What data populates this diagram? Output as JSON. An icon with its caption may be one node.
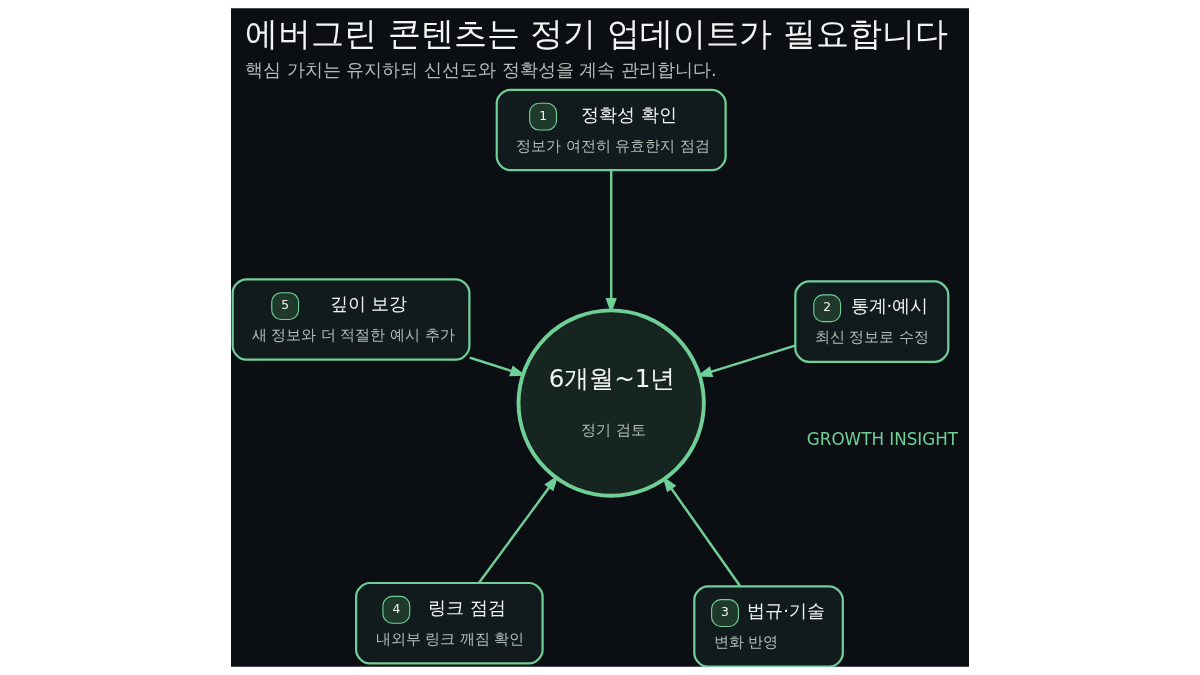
{
  "diagram": {
    "title": "에버그린 콘텐츠는 정기 업데이트가 필요합니다",
    "caption": "핵심 가치는 유지하되 신선도와 정확성을 계속 관리합니다.",
    "nodes": [
      {
        "text": [
          "1",
          "정확성 확인",
          "정보가 여전히 유효한지 점검"
        ]
      },
      {
        "text": [
          "5",
          "깊이 보강",
          "새 정보와 더 적절한 예시 추가"
        ]
      },
      {
        "text": [
          "6개월~1년",
          "정기 검토"
        ]
      },
      {
        "text": [
          "2",
          "통계·예시",
          "최신 정보로 수정"
        ]
      },
      {
        "text": [
          "4",
          "링크 점검",
          "내외부 링크 깨짐 확인"
        ]
      },
      {
        "text": [
          "3",
          "법규·기술",
          "변화 반영"
        ]
      }
    ],
    "edges": [
      {
        "from": 0,
        "to": 2,
        "arrow": "to"
      },
      {
        "from": 3,
        "to": 2,
        "arrow": "to"
      },
      {
        "from": 5,
        "to": 2,
        "arrow": "to"
      },
      {
        "from": 4,
        "to": 2,
        "arrow": "to"
      },
      {
        "from": 1,
        "to": 2,
        "arrow": "to"
      }
    ],
    "labels": [
      "GROWTH INSIGHT"
    ]
  }
}
